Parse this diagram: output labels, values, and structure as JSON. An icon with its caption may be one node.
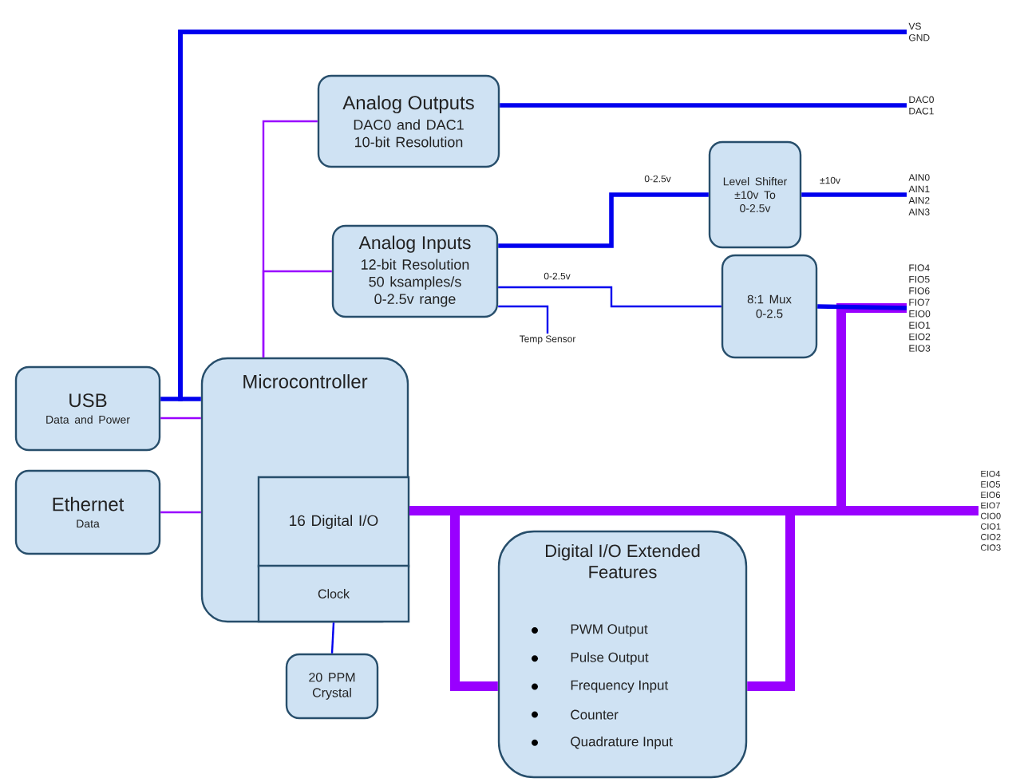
{
  "diagram": {
    "nodes": [
      {
        "text": [
          "VS GND"
        ]
      },
      {
        "text": [
          "Analog Outputs",
          "DAC0 and DAC1 10-bit Resolution"
        ]
      },
      {
        "text": [
          "DAC0 DAC1"
        ]
      },
      {
        "text": [
          "Level Shifter ±10v To 0-2.5v"
        ]
      },
      {
        "text": [
          "AIN0 AIN1 AIN2 AIN3"
        ]
      },
      {
        "text": [
          "Analog Inputs",
          "12-bit Resolution 50 ksamples/s 0-2.5v range"
        ]
      },
      {
        "text": [
          "8:1 Mux 0-2.5"
        ]
      },
      {
        "text": [
          "FIO4 FIO5 FIO6 FIO7 EIO0 EIO1 EIO2 EIO3"
        ]
      },
      {
        "text": [
          "Temp Sensor"
        ]
      },
      {
        "text": [
          "USB",
          "Data and Power"
        ]
      },
      {
        "text": [
          "Microcontroller"
        ]
      },
      {
        "text": [
          "16 Digital I/O"
        ],
        "in": 10
      },
      {
        "text": [
          "Clock"
        ],
        "in": 10
      },
      {
        "text": [
          "Ethernet",
          "Data"
        ]
      },
      {
        "text": [
          "EIO4 EIO5 EIO6 EIO7 CIO0 CIO1 CIO2 CIO3"
        ]
      },
      {
        "text": [
          "Digital I/O Extended Features",
          "PWM Output",
          "Pulse Output",
          "Frequency Input",
          "Counter",
          "Quadrature Input"
        ]
      },
      {
        "text": [
          "20 PPM Crystal"
        ]
      }
    ],
    "edges": [
      {
        "from": 9,
        "to": 0,
        "arrow": "none"
      },
      {
        "from": 10,
        "to": 0,
        "arrow": "none"
      },
      {
        "from": 9,
        "to": 10,
        "arrow": "none",
        "color": "#9900ff"
      },
      {
        "from": 10,
        "to": 1,
        "arrow": "none",
        "color": "#9900ff"
      },
      {
        "from": 10,
        "to": 5,
        "arrow": "none",
        "color": "#9900ff"
      },
      {
        "from": 13,
        "to": 10,
        "arrow": "none",
        "color": "#9900ff"
      },
      {
        "from": 1,
        "to": 2,
        "arrow": "none"
      },
      {
        "from": 5,
        "to": 3,
        "arrow": "none",
        "label": "0-2.5v"
      },
      {
        "from": 3,
        "to": 4,
        "arrow": "none",
        "label": "±10v"
      },
      {
        "from": 5,
        "to": 6,
        "arrow": "none",
        "label": "0-2.5v"
      },
      {
        "from": 5,
        "to": 8,
        "arrow": "none"
      },
      {
        "from": 6,
        "to": 7,
        "arrow": "none"
      },
      {
        "from": 11,
        "to": 14,
        "arrow": "none",
        "style": "thick",
        "color": "#9900ff"
      },
      {
        "from": 11,
        "to": 7,
        "arrow": "none",
        "style": "thick",
        "color": "#9900ff"
      },
      {
        "from": 11,
        "to": 15,
        "arrow": "none",
        "style": "thick",
        "color": "#9900ff"
      },
      {
        "from": 11,
        "to": 15,
        "arrow": "none",
        "style": "thick",
        "color": "#9900ff"
      },
      {
        "from": 12,
        "to": 16,
        "arrow": "none"
      }
    ]
  }
}
